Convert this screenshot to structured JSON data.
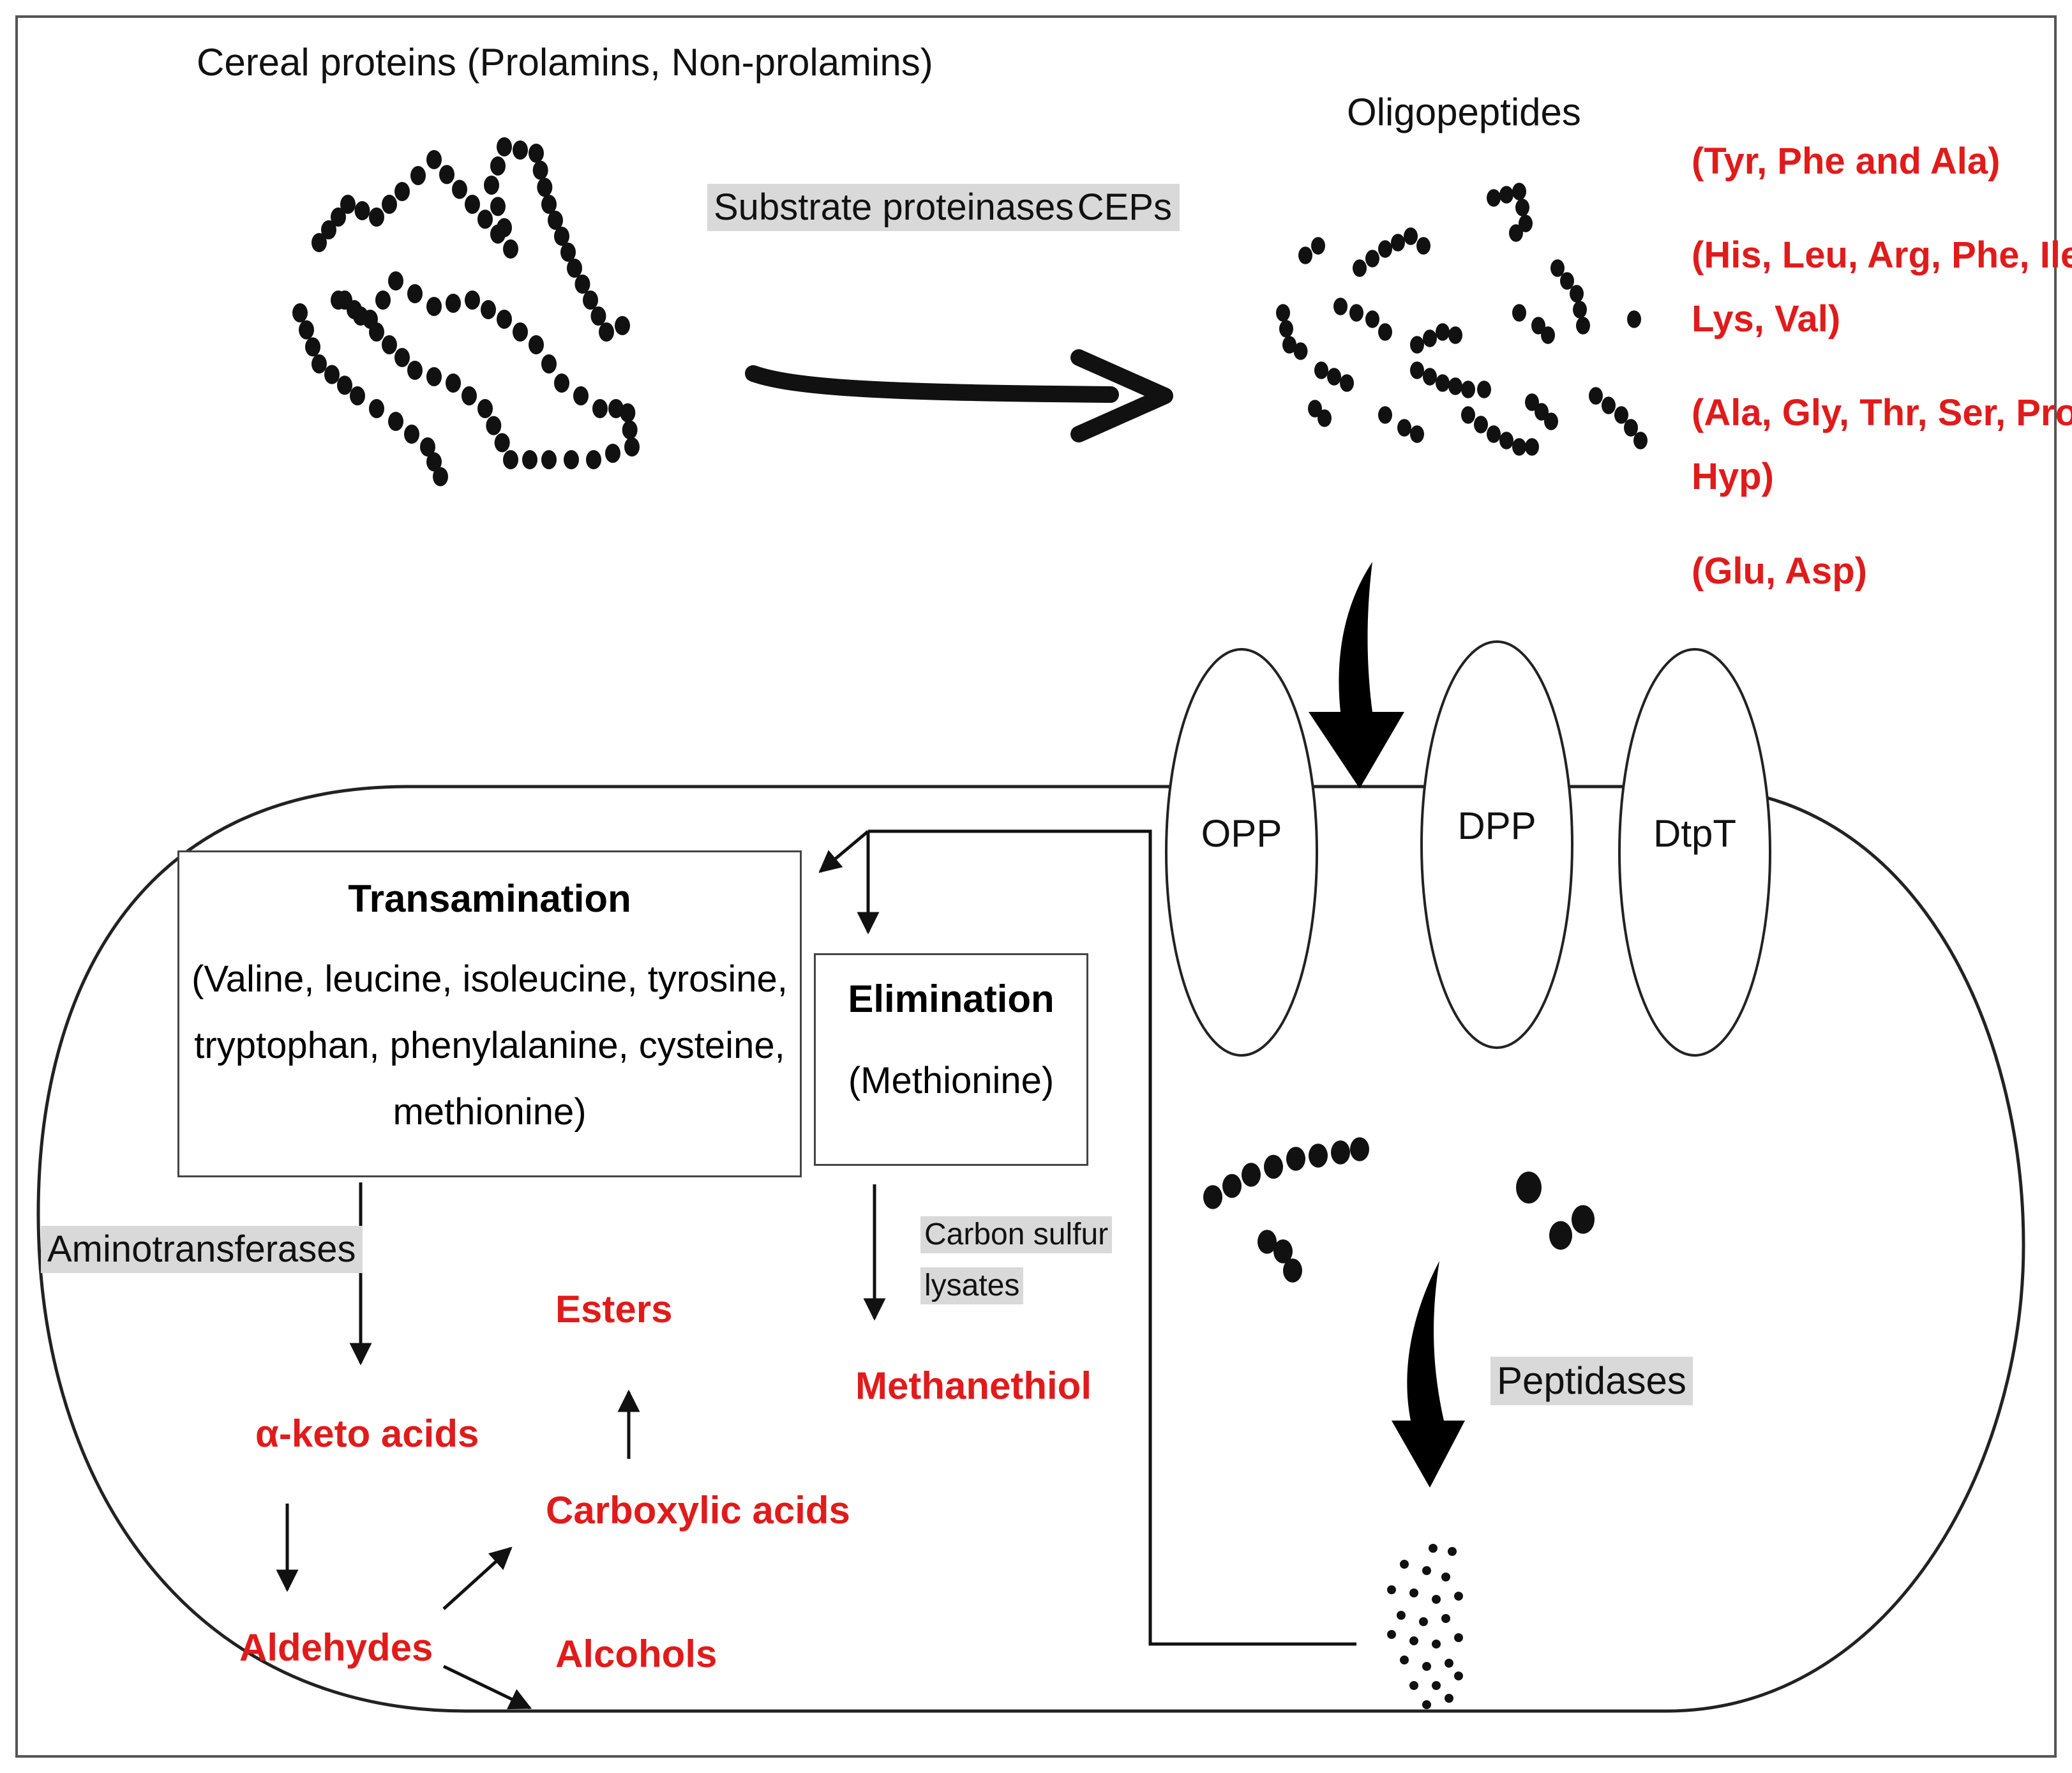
{
  "top": {
    "cereal_label": "Cereal proteins  (Prolamins, Non-prolamins)",
    "oligo_label": "Oligopeptides",
    "enzyme_label": "Substrate proteinases",
    "cep_label": "CEPs"
  },
  "amino_groups": [
    "(Tyr, Phe and Ala)",
    "(His, Leu, Arg, Phe, Ile,",
    "Lys, Val)",
    "(Ala, Gly, Thr, Ser, Pro,",
    "Hyp)",
    "(Glu, Asp)"
  ],
  "transporters": [
    "OPP",
    "DPP",
    "DtpT"
  ],
  "transamination": {
    "title": "Transamination",
    "line1": "(Valine, leucine, isoleucine, tyrosine,",
    "line2": "tryptophan, phenylalanine, cysteine,",
    "line3": "methionine)"
  },
  "elimination": {
    "title": "Elimination",
    "sub": "(Methionine)"
  },
  "enzymes": {
    "aminotransferases": "Aminotransferases",
    "cs_lyase_1": "Carbon sulfur",
    "cs_lyase_2": "lysates",
    "peptidases": "Peptidases"
  },
  "products": {
    "esters": "Esters",
    "keto_acids": "α-keto acids",
    "carboxylic_acids": "Carboxylic acids",
    "aldehydes": "Aldehydes",
    "alcohols": "Alcohols",
    "methanethiol": "Methanethiol"
  },
  "colors": {
    "product_red": "#e01b1b",
    "highlight_grey": "#d9d9d9"
  }
}
